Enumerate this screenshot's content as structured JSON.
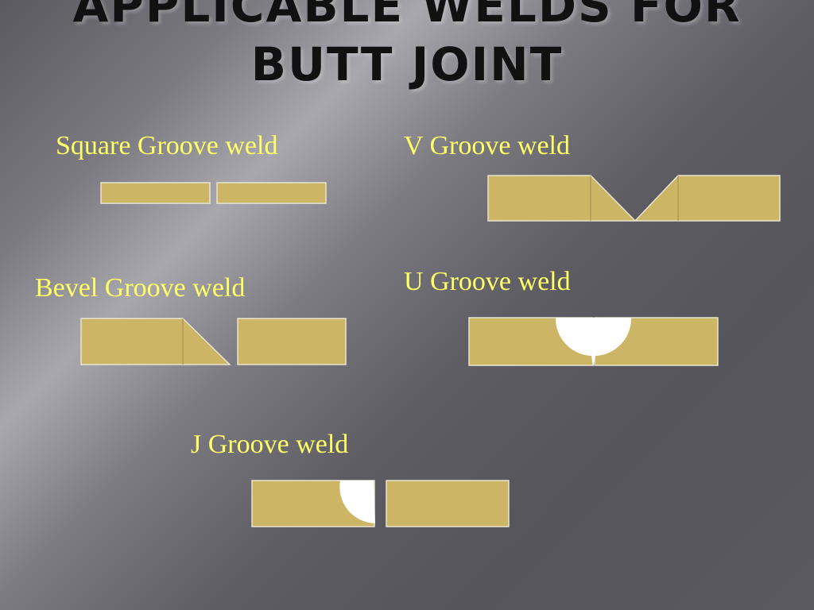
{
  "title": {
    "line1": "APPLICABLE WELDS FOR",
    "line2": "BUTT JOINT"
  },
  "welds": {
    "square": "Square Groove weld",
    "v": "V Groove weld",
    "bevel": "Bevel Groove weld",
    "u": "U Groove weld",
    "j": "J Groove weld"
  },
  "colors": {
    "label": "#ffff66",
    "plate": "#cdb566",
    "title": "#111111"
  }
}
